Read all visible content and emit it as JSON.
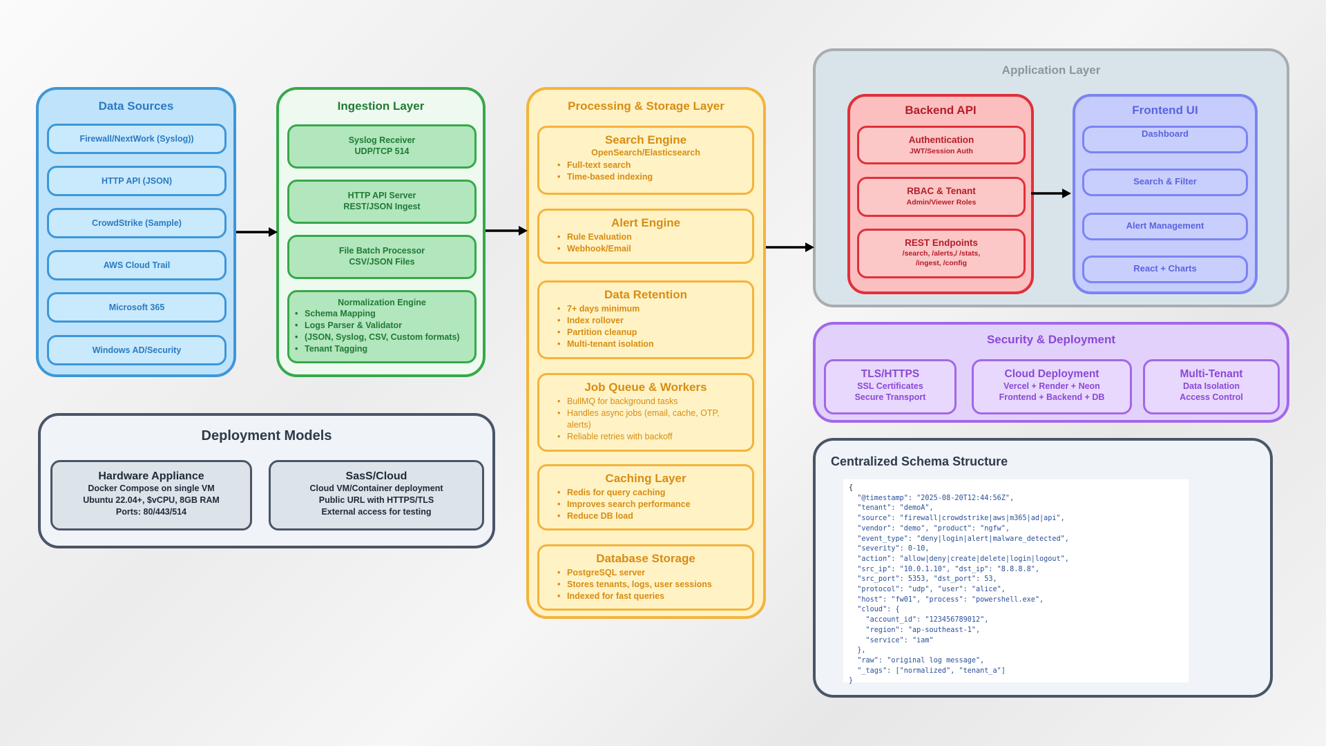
{
  "data_sources": {
    "title": "Data Sources",
    "items": [
      "Firewall/NextWork (Syslog))",
      "HTTP API (JSON)",
      "CrowdStrike (Sample)",
      "AWS Cloud Trail",
      "Microsoft 365",
      "Windows AD/Security"
    ]
  },
  "ingestion": {
    "title": "Ingestion Layer",
    "items": [
      {
        "title": "Syslog Receiver",
        "sub": "UDP/TCP 514"
      },
      {
        "title": "HTTP API Server",
        "sub": "REST/JSON Ingest"
      },
      {
        "title": "File Batch Processor",
        "sub": "CSV/JSON Files"
      }
    ],
    "normalization": {
      "title": "Normalization Engine",
      "bullets": [
        "Schema Mapping",
        "Logs Parser & Validator",
        "(JSON, Syslog, CSV, Custom formats)",
        "Tenant Tagging"
      ]
    }
  },
  "processing": {
    "title": "Processing & Storage Layer",
    "items": [
      {
        "title": "Search Engine",
        "sub": "OpenSearch/Elasticsearch",
        "bullets": [
          "Full-text search",
          "Time-based indexing"
        ]
      },
      {
        "title": "Alert Engine",
        "sub": "",
        "bullets": [
          "Rule Evaluation",
          "Webhook/Email"
        ]
      },
      {
        "title": "Data Retention",
        "sub": "",
        "bullets": [
          "7+ days minimum",
          "Index rollover",
          "Partition cleanup",
          "Multi-tenant isolation"
        ]
      },
      {
        "title": "Job Queue & Workers",
        "sub": "",
        "bullets": [
          "BullMQ for background tasks",
          "Handles async jobs (email, cache, OTP, alerts)",
          "Reliable retries with backoff"
        ]
      },
      {
        "title": "Caching Layer",
        "sub": "",
        "bullets": [
          "Redis for query caching",
          "Improves search performance",
          "Reduce DB load"
        ]
      },
      {
        "title": "Database Storage",
        "sub": "",
        "bullets": [
          "PostgreSQL server",
          "Stores tenants, logs, user sessions",
          "Indexed for fast queries"
        ]
      }
    ]
  },
  "application": {
    "title": "Application Layer",
    "backend": {
      "title": "Backend API",
      "items": [
        {
          "title": "Authentication",
          "sub": "JWT/Session Auth"
        },
        {
          "title": "RBAC & Tenant",
          "sub": "Admin/Viewer Roles"
        },
        {
          "title": "REST Endpoints",
          "sub": "/search, /alerts,/ /stats,",
          "sub2": "/ingest, /config"
        }
      ]
    },
    "frontend": {
      "title": "Frontend UI",
      "items": [
        "Dashboard",
        "Search & Filter",
        "Alert Management",
        "React + Charts"
      ]
    }
  },
  "security": {
    "title": "Security & Deployment",
    "items": [
      {
        "title": "TLS/HTTPS",
        "lines": [
          "SSL Certificates",
          "Secure Transport"
        ]
      },
      {
        "title": "Cloud Deployment",
        "lines": [
          "Vercel + Render + Neon",
          "Frontend + Backend + DB"
        ]
      },
      {
        "title": "Multi-Tenant",
        "lines": [
          "Data Isolation",
          "Access Control"
        ]
      }
    ]
  },
  "deployment_models": {
    "title": "Deployment Models",
    "items": [
      {
        "title": "Hardware Appliance",
        "lines": [
          "Docker Compose on single VM",
          "Ubuntu 22.04+, $vCPU, 8GB RAM",
          "Ports: 80/443/514"
        ]
      },
      {
        "title": "SasS/Cloud",
        "lines": [
          "Cloud VM/Container deployment",
          "Public URL with HTTPS/TLS",
          "External access for testing"
        ]
      }
    ]
  },
  "schema": {
    "title": "Centralized Schema Structure",
    "lines": [
      "{",
      "  \"@timestamp\": \"2025-08-20T12:44:56Z\",",
      "  \"tenant\": \"demoA\",",
      "  \"source\": \"firewall|crowdstrike|aws|m365|ad|api\",",
      "  \"vendor\": \"demo\", \"product\": \"ngfw\",",
      "  \"event_type\": \"deny|login|alert|malware_detected\",",
      "  \"severity\": 0-10,",
      "  \"action\": \"allow|deny|create|delete|login|logout\",",
      "  \"src_ip\": \"10.0.1.10\", \"dst_ip\": \"8.8.8.8\",",
      "  \"src_port\": 5353, \"dst_port\": 53,",
      "  \"protocol\": \"udp\", \"user\": \"alice\",",
      "  \"host\": \"fw01\", \"process\": \"powershell.exe\",",
      "  \"cloud\": {",
      "    \"account_id\": \"123456789012\",",
      "    \"region\": \"ap-southeast-1\",",
      "    \"service\": \"iam\"",
      "  },",
      "  \"raw\": \"original log message\",",
      "  \"_tags\": [\"normalized\", \"tenant_a\"]",
      "}"
    ]
  }
}
